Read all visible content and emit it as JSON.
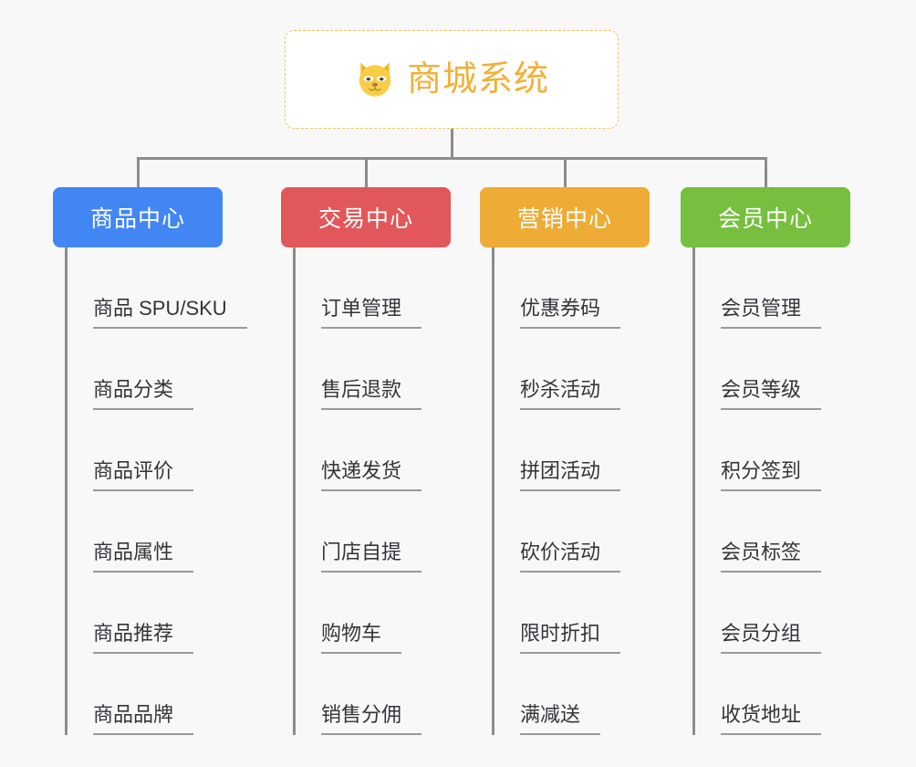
{
  "canvas": {
    "background": "#f8f8f8",
    "connector_color": "#8c8c8c",
    "leaf_underline_color": "#9a9a9a",
    "leaf_text_color": "#33353b"
  },
  "root": {
    "title": "商城系统",
    "icon": "shiba-dog-face-icon",
    "text_color": "#f2b036",
    "border_color": "#f2c069",
    "background": "#ffffff"
  },
  "branches": [
    {
      "label": "商品中心",
      "color": "#4286f4",
      "items": [
        {
          "label": "商品 SPU/SKU"
        },
        {
          "label": "商品分类"
        },
        {
          "label": "商品评价"
        },
        {
          "label": "商品属性"
        },
        {
          "label": "商品推荐"
        },
        {
          "label": "商品品牌"
        }
      ]
    },
    {
      "label": "交易中心",
      "color": "#e2575a",
      "items": [
        {
          "label": "订单管理"
        },
        {
          "label": "售后退款"
        },
        {
          "label": "快递发货"
        },
        {
          "label": "门店自提"
        },
        {
          "label": "购物车"
        },
        {
          "label": "销售分佣"
        }
      ]
    },
    {
      "label": "营销中心",
      "color": "#eeab36",
      "items": [
        {
          "label": "优惠券码"
        },
        {
          "label": "秒杀活动"
        },
        {
          "label": "拼团活动"
        },
        {
          "label": "砍价活动"
        },
        {
          "label": "限时折扣"
        },
        {
          "label": "满减送"
        }
      ]
    },
    {
      "label": "会员中心",
      "color": "#76bf3f",
      "items": [
        {
          "label": "会员管理"
        },
        {
          "label": "会员等级"
        },
        {
          "label": "积分签到"
        },
        {
          "label": "会员标签"
        },
        {
          "label": "会员分组"
        },
        {
          "label": "收货地址"
        }
      ]
    }
  ]
}
